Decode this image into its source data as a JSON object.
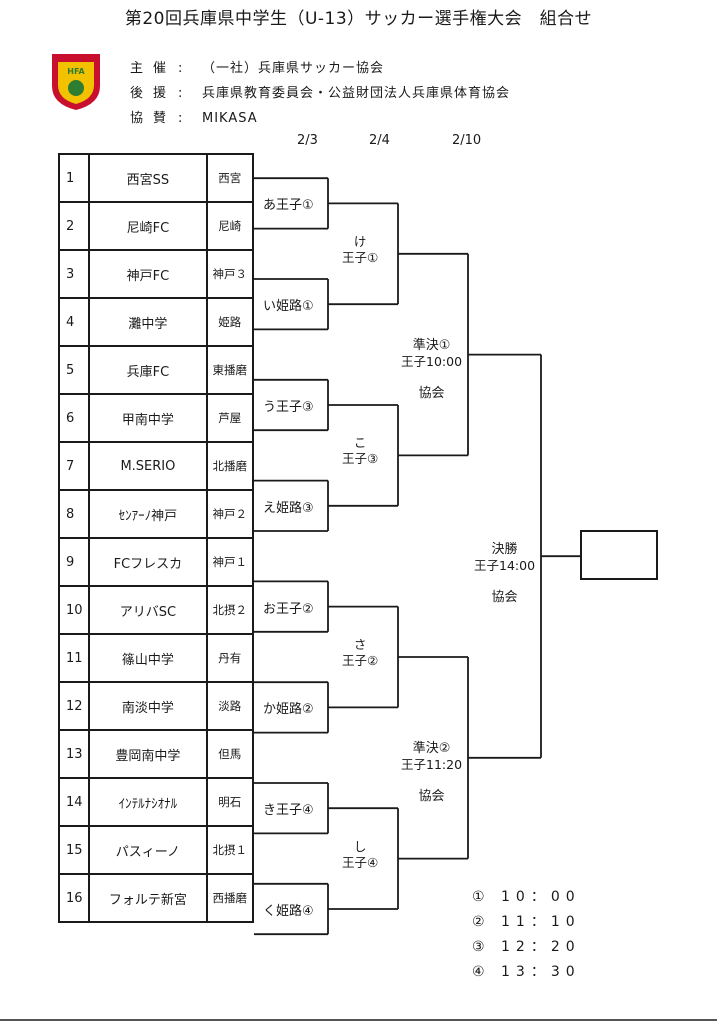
{
  "title": "第20回兵庫県中学生（U-13）サッカー選手権大会　組合せ",
  "logo": {
    "text": "HFA",
    "colors": {
      "shield": "#c8102e",
      "inner": "#f2c200",
      "ball": "#2e7d32"
    }
  },
  "info": [
    {
      "label": "主催",
      "value": "（一社）兵庫県サッカー協会"
    },
    {
      "label": "後援",
      "value": "兵庫県教育委員会・公益財団法人兵庫県体育協会"
    },
    {
      "label": "協賛",
      "value": "MIKASA"
    }
  ],
  "info_sep": ":",
  "dates": [
    "2/3",
    "2/4",
    "2/10"
  ],
  "teams": [
    {
      "num": "1",
      "name": "西宮SS",
      "region": "西宮"
    },
    {
      "num": "2",
      "name": "尼崎FC",
      "region": "尼崎"
    },
    {
      "num": "3",
      "name": "神戸FC",
      "region": "神戸３"
    },
    {
      "num": "4",
      "name": "灘中学",
      "region": "姫路"
    },
    {
      "num": "5",
      "name": "兵庫FC",
      "region": "東播磨"
    },
    {
      "num": "6",
      "name": "甲南中学",
      "region": "芦屋"
    },
    {
      "num": "7",
      "name": "M.SERIO",
      "region": "北播磨"
    },
    {
      "num": "8",
      "name": "ｾﾝｱｰﾉ神戸",
      "region": "神戸２"
    },
    {
      "num": "9",
      "name": "FCフレスカ",
      "region": "神戸１"
    },
    {
      "num": "10",
      "name": "アリバSC",
      "region": "北摂２"
    },
    {
      "num": "11",
      "name": "篠山中学",
      "region": "丹有"
    },
    {
      "num": "12",
      "name": "南淡中学",
      "region": "淡路"
    },
    {
      "num": "13",
      "name": "豊岡南中学",
      "region": "但馬"
    },
    {
      "num": "14",
      "name": "ｲﾝﾃﾙﾅｼｵﾅﾙ",
      "region": "明石"
    },
    {
      "num": "15",
      "name": "パスィーノ",
      "region": "北摂１"
    },
    {
      "num": "16",
      "name": "フォルテ新宮",
      "region": "西播磨"
    }
  ],
  "round1": [
    "あ王子①",
    "い姫路①",
    "う王子③",
    "え姫路③",
    "お王子②",
    "か姫路②",
    "き王子④",
    "く姫路④"
  ],
  "round2": [
    {
      "id": "け",
      "venue": "王子①"
    },
    {
      "id": "こ",
      "venue": "王子③"
    },
    {
      "id": "さ",
      "venue": "王子②"
    },
    {
      "id": "し",
      "venue": "王子④"
    }
  ],
  "semis": [
    {
      "name": "準決①",
      "venue": "王子10:00",
      "note": "協会"
    },
    {
      "name": "準決②",
      "venue": "王子11:20",
      "note": "協会"
    }
  ],
  "final": {
    "name": "決勝",
    "venue": "王子14:00",
    "note": "協会"
  },
  "legend": [
    {
      "mark": "①",
      "time": "10：00"
    },
    {
      "mark": "②",
      "time": "11：10"
    },
    {
      "mark": "③",
      "time": "12：20"
    },
    {
      "mark": "④",
      "time": "13：30"
    }
  ]
}
